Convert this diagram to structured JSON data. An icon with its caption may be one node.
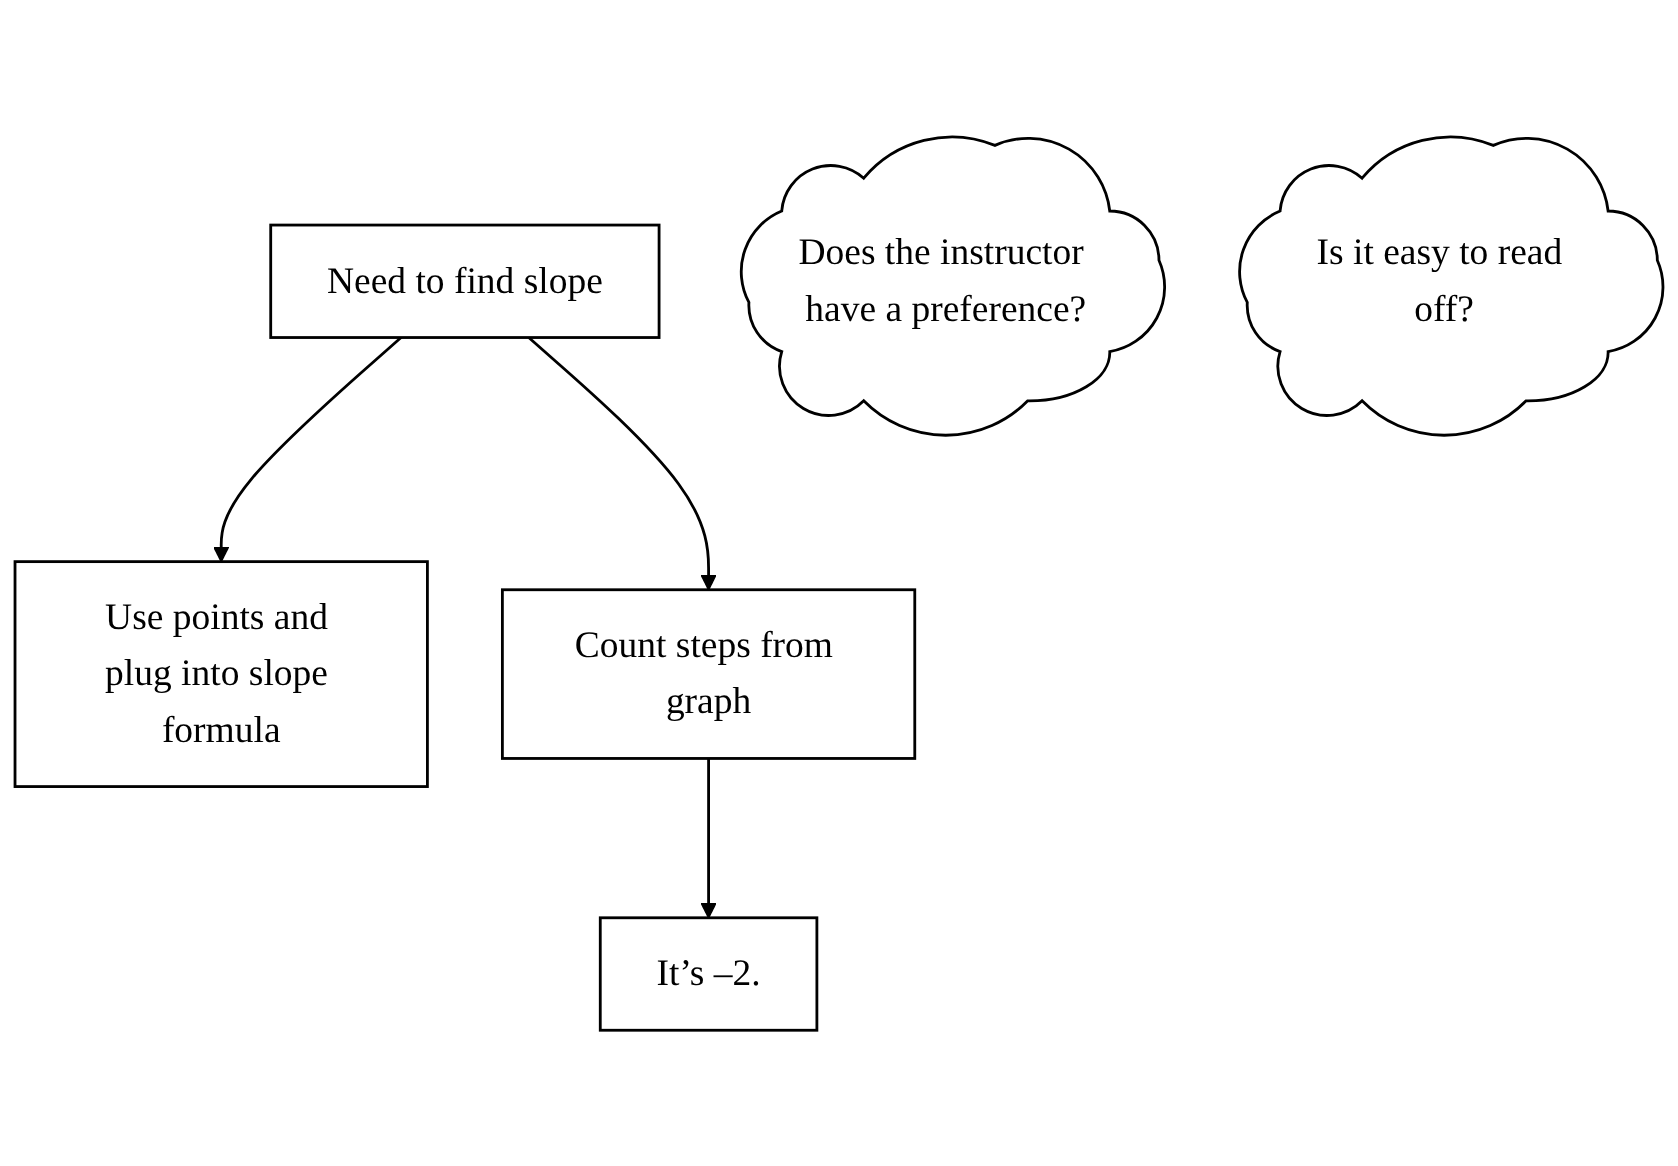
{
  "diagram": {
    "nodes": [
      {
        "text": [
          "Need to find slope"
        ]
      },
      {
        "text": [
          "Does the instructor have a preference?"
        ]
      },
      {
        "text": [
          "Is it easy to read off?"
        ]
      },
      {
        "text": [
          "Use points and plug into slope formula"
        ]
      },
      {
        "text": [
          "Count steps from graph"
        ]
      },
      {
        "text": [
          "It’s –2."
        ]
      }
    ],
    "edges": [
      {
        "from": 0,
        "to": 3,
        "arrow": "to"
      },
      {
        "from": 0,
        "to": 4,
        "arrow": "to"
      },
      {
        "from": 4,
        "to": 5,
        "arrow": "to"
      }
    ]
  }
}
